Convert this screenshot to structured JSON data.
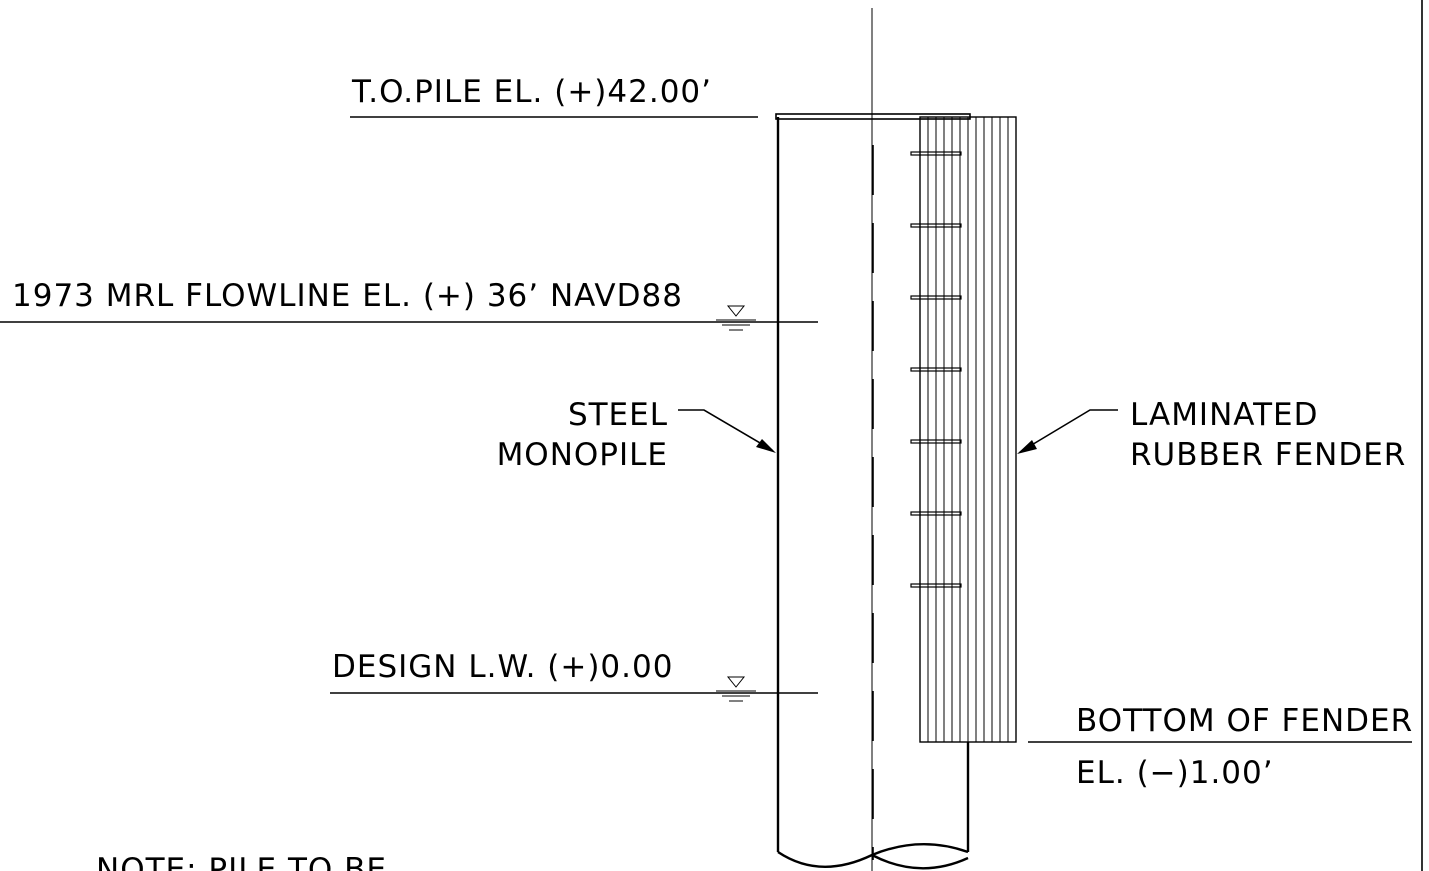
{
  "drawing": {
    "top_of_pile_label": "T.O.PILE EL. (+)42.00’",
    "flowline_label": "1973 MRL FLOWLINE EL. (+) 36’ NAVD88",
    "pile_label_line1": "STEEL",
    "pile_label_line2": "MONOPILE",
    "fender_label_line1": "LAMINATED",
    "fender_label_line2": "RUBBER FENDER",
    "design_lw_label": "DESIGN L.W. (+)0.00",
    "bottom_fender_line1": "BOTTOM OF FENDER",
    "bottom_fender_line2": "EL. (−)1.00’",
    "note_label": "NOTE: PILE TO BE",
    "water_symbol": "∇"
  }
}
